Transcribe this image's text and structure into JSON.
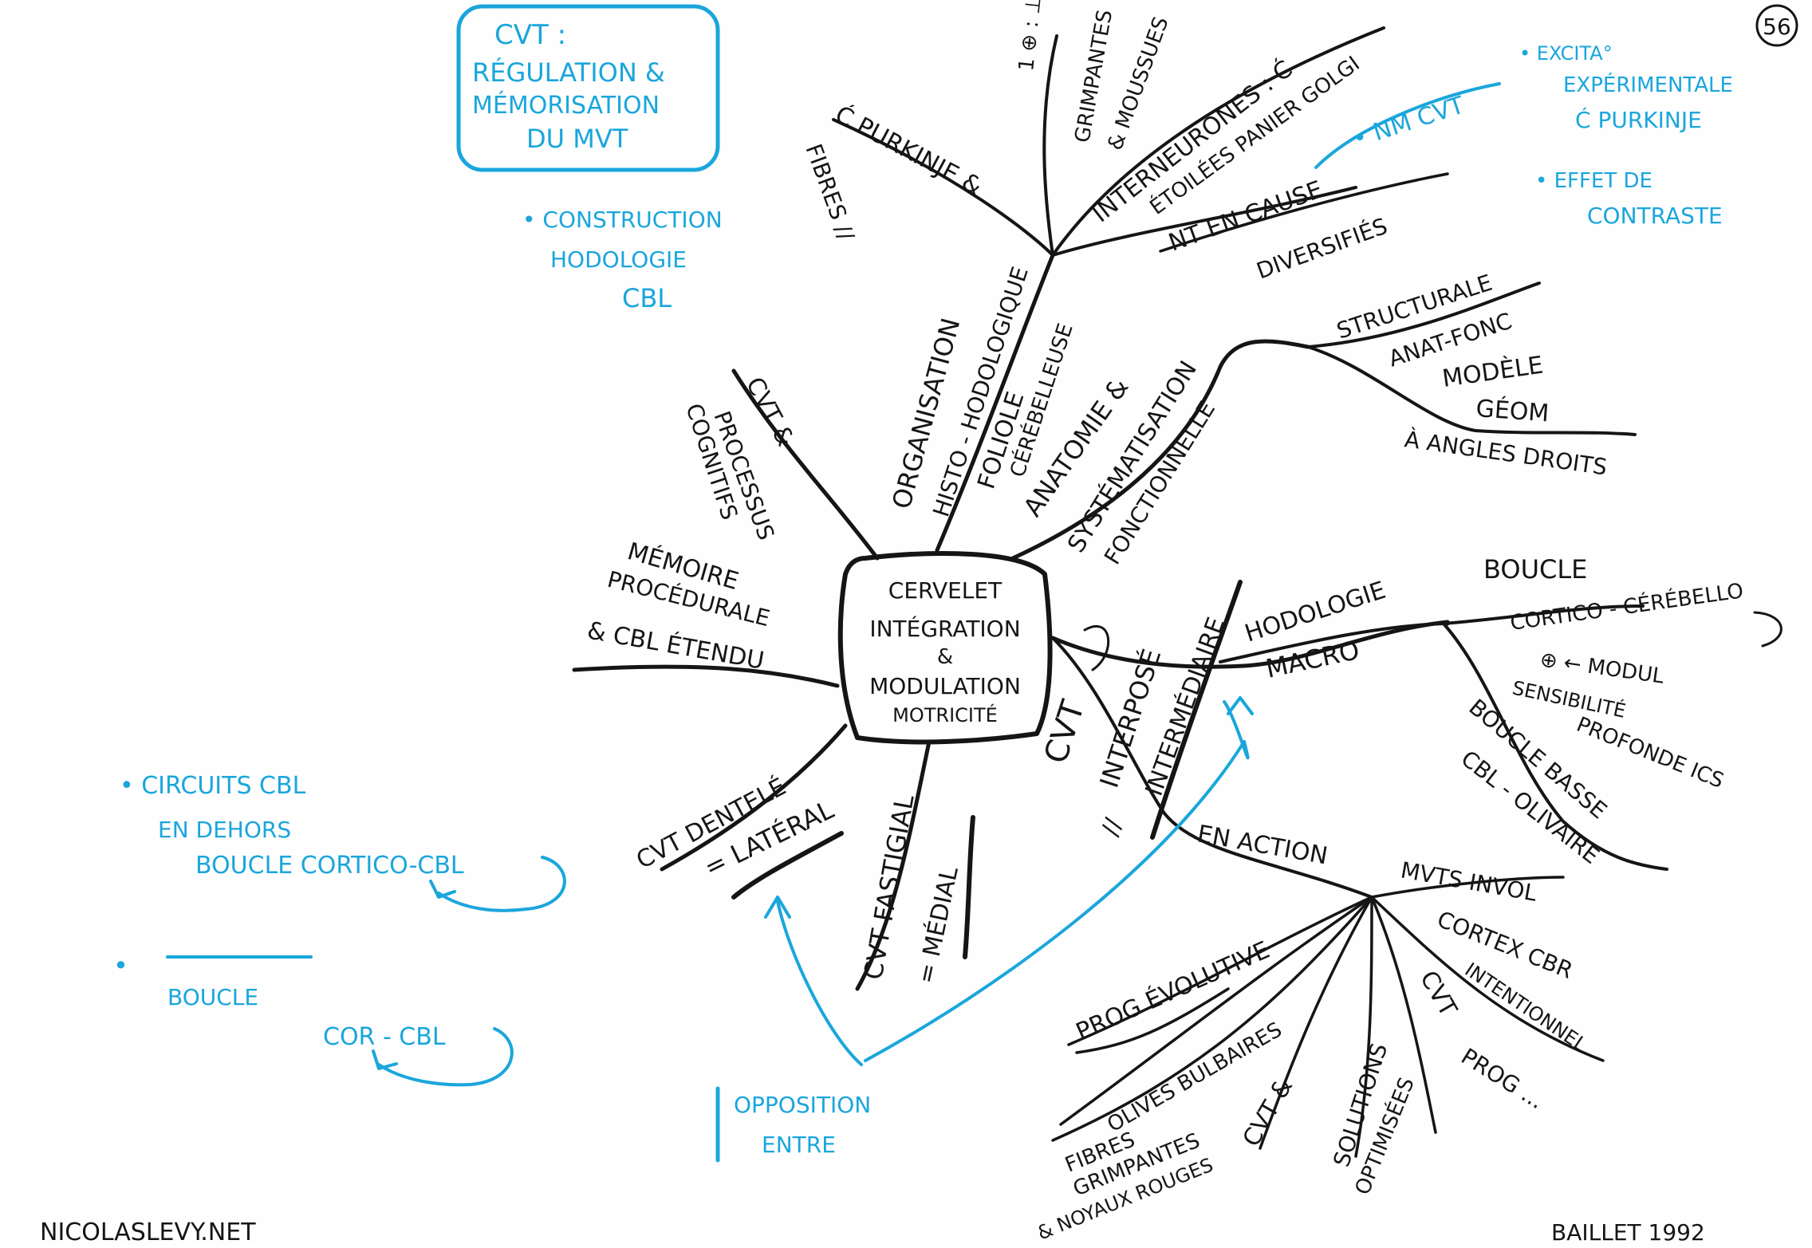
{
  "colors": {
    "ink": "#151515",
    "accent": "#1aa6dc",
    "paper": "#fefefe"
  },
  "page_number": "56",
  "title_box": {
    "lines": [
      "CVT :",
      "RÉGULATION &",
      "MÉMORISATION",
      "DU MVT"
    ]
  },
  "center": {
    "lines": [
      "CERVELET",
      "INTÉGRATION",
      "&",
      "MODULATION",
      "MOTRICITÉ"
    ]
  },
  "branches": {
    "organisation": {
      "label1": "ORGANISATION",
      "label2": "HISTO - HODOLOGIQUE",
      "label3": "FOLIOLE",
      "label4": "CÉRÉBELLEUSE",
      "subs": {
        "purkinje": "Ć PURKINJE &",
        "fibres": "FIBRES //",
        "ratio": "1 ⊕ : ⊥",
        "grimpantes": "GRIMPANTES",
        "moussues": "& MOUSSUES",
        "interneurones": "INTERNEURONES : Ć",
        "etoilees": "ÉTOILÉES PANIER GOLGI",
        "ntcause": "NT EN CAUSE",
        "diversifies": "DIVERSIFIÉS",
        "nmcvt": "• NM CVT"
      }
    },
    "anatomie": {
      "label1": "ANATOMIE &",
      "label2": "SYSTÉMATISATION",
      "label3": "FONCTIONNELLE",
      "subs": {
        "structurale": "STRUCTURALE",
        "anatfonc": "ANAT-FONC",
        "modele": "MODÈLE",
        "geom": "GÉOM",
        "angles": "À ANGLES DROITS"
      }
    },
    "cvt_inter": {
      "label1": "CVT",
      "label2": "INTERPOSÉ",
      "label3": "INTERMÉDIAIRE",
      "label4": "//",
      "hodologie": {
        "label1": "HODOLOGIE",
        "label2": "MACRO",
        "subs": {
          "boucle": "BOUCLE",
          "cortico": "CORTICO - CÉRÉBELLO",
          "modul": "⊕ ← MODUL",
          "sensibilite": "SENSIBILITÉ",
          "profondeics": "PROFONDE ICS",
          "boucle_basse": "BOUCLE BASSE",
          "olivaire": "CBL - OLIVAIRE"
        }
      },
      "action": {
        "label": "EN ACTION",
        "subs": {
          "mvts": "MVTS INVOL",
          "cortex": "CORTEX CBR",
          "intentionnel": "INTENTIONNEL",
          "cvt": "CVT",
          "prog": "PROG ...",
          "solutions": "SOLUTIONS",
          "optimisees": "OPTIMISÉES",
          "cvt2": "CVT &",
          "fibres": "FIBRES",
          "grimpantes": "GRIMPANTES",
          "noyaux": "& NOYAUX ROUGES",
          "olives": "OLIVES BULBAIRES",
          "prog_evol": "PROG ÉVOLUTIVE"
        }
      }
    },
    "fastigial": {
      "label1": "CVT FASTIGIAL",
      "label2": "= MÉDIAL"
    },
    "dentele": {
      "label1": "CVT DENTELÉ",
      "label2": "= LATÉRAL"
    },
    "memoire": {
      "label1": "MÉMOIRE",
      "label2": "PROCÉDURALE",
      "label3": "& CBL ÉTENDU"
    },
    "cvt_cog": {
      "label1": "CVT &",
      "label2": "PROCESSUS",
      "label3": "COGNITIFS"
    }
  },
  "notes": {
    "construction": [
      "• CONSTRUCTION",
      "HODOLOGIE",
      "CBL"
    ],
    "excitabilite": [
      "• EXCITA°",
      "EXPÉRIMENTALE",
      "Ć PURKINJE"
    ],
    "contraste": [
      "• EFFET DE",
      "CONTRASTE"
    ],
    "circuits": [
      "• CIRCUITS CBL",
      "EN DEHORS",
      "BOUCLE CORTICO-CBL"
    ],
    "boucle": [
      "•",
      "BOUCLE",
      "COR - CBL"
    ],
    "opposition": [
      "OPPOSITION",
      "ENTRE"
    ]
  },
  "footer": {
    "left": "NICOLASLEVY.NET",
    "right": "BAILLET 1992"
  }
}
